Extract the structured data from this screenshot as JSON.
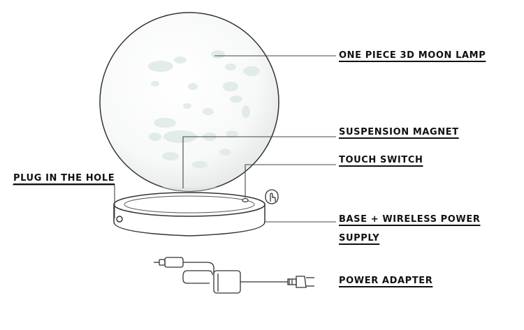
{
  "labels": {
    "moon_lamp": "ONE PIECE 3D MOON LAMP",
    "suspension_magnet": "SUSPENSION MAGNET",
    "touch_switch": "TOUCH SWITCH",
    "plug_hole": "PLUG IN THE HOLE",
    "base_line1": "BASE + WIRELESS POWER",
    "base_line2": "SUPPLY",
    "power_adapter": "POWER ADAPTER"
  },
  "colors": {
    "outline": "#333333",
    "leader": "#444444",
    "moon_fill": "#f8faf9",
    "moon_shadow": "#e4e8e6",
    "crater": "#dbe8e4"
  }
}
